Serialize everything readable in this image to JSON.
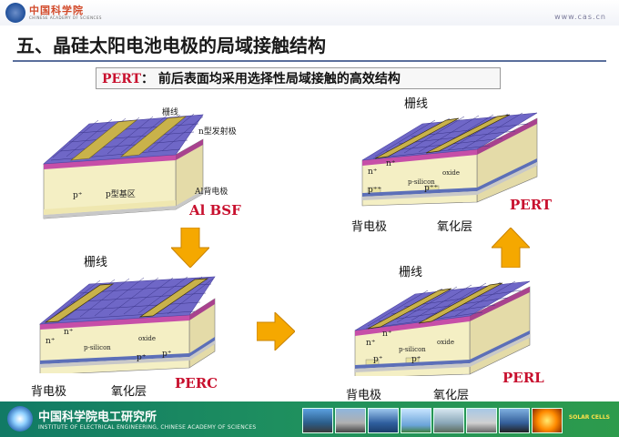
{
  "header": {
    "logo_cn": "中国科学院",
    "logo_en": "CHINESE ACADEMY OF SCIENCES",
    "url": "www.cas.cn"
  },
  "slide": {
    "title": "五、晶硅太阳电池电极的局域接触结构",
    "subtitle_prefix": "PERT",
    "subtitle_text": "： 前后表面均采用选择性局域接触的高效结构"
  },
  "diagram": {
    "bsf": {
      "finger_label": "栅线",
      "emitter_label": "n型发射极",
      "base_label": "p型基区",
      "pplus_label": "p⁺",
      "al_back_label": "Al背电极",
      "name": "Al BSF"
    },
    "perc": {
      "finger_label": "栅线",
      "back_label": "背电极",
      "oxide_label": "氧化层",
      "name": "PERC",
      "inner": {
        "n1": "n⁺",
        "n2": "n⁺",
        "silicon": "p-silicon",
        "oxide": "oxide",
        "p1": "p⁺",
        "p2": "p⁺"
      }
    },
    "perl": {
      "finger_label": "栅线",
      "back_label": "背电极",
      "oxide_label": "氧化层",
      "name": "PERL",
      "inner": {
        "n1": "n⁺",
        "n2": "n⁺",
        "silicon": "p-silicon",
        "oxide": "oxide",
        "p1": "p⁺",
        "p2": "p⁺"
      }
    },
    "pert": {
      "finger_label": "栅线",
      "back_label": "背电极",
      "oxide_label": "氧化层",
      "name": "PERT",
      "inner": {
        "n1": "n⁺",
        "n2": "n⁺",
        "silicon": "p-silicon",
        "oxide": "oxide",
        "p1": "p⁺⁺",
        "p2": "p⁺⁺"
      }
    }
  },
  "colors": {
    "arrow": "#f5a800",
    "red_label": "#c8102e",
    "pyramid": "#6f67c7",
    "emitter": "#c64fa8",
    "silicon": "#f4efc4",
    "finger": "#c9b24a",
    "footer_green": "#1e8f5f"
  },
  "footer": {
    "org_cn": "中国科学院电工研究所",
    "org_en": "INSTITUTE OF ELECTRICAL ENGINEERING, CHINESE ACADEMY OF SCIENCES",
    "tag": "SOLAR CELLS"
  }
}
